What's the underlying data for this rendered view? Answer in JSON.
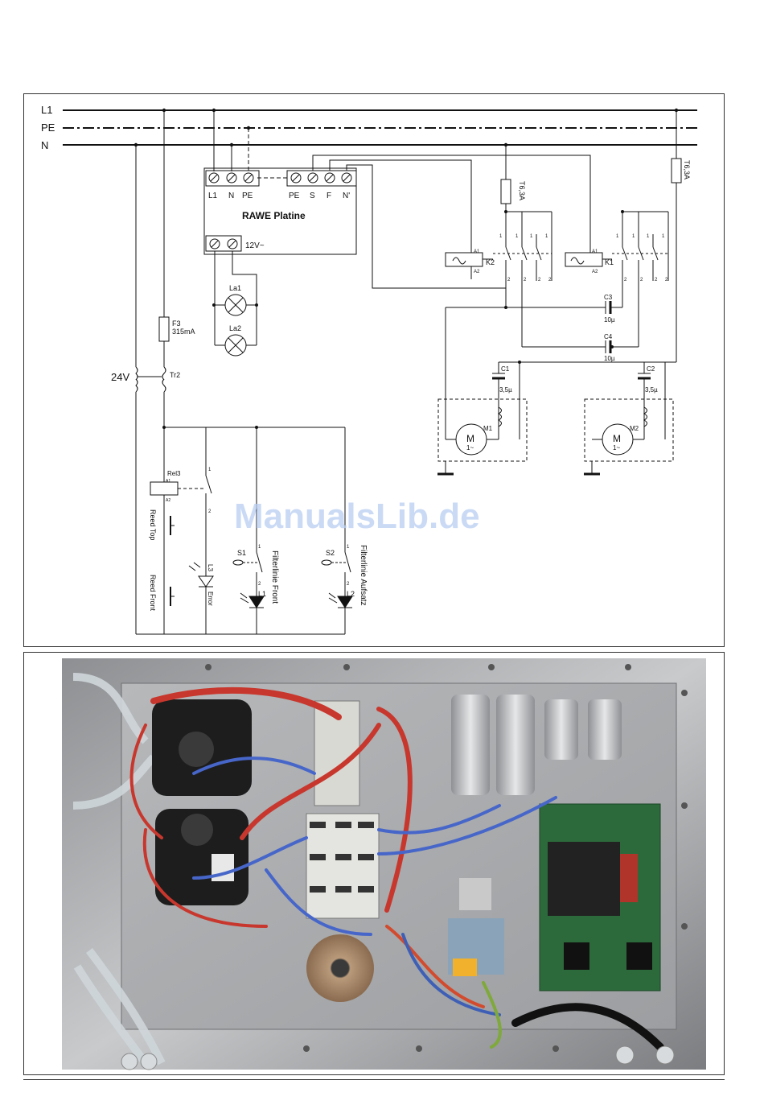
{
  "bus": {
    "l1": "L1",
    "pe": "PE",
    "n": "N"
  },
  "board": {
    "title": "RAWE Platine",
    "terminals": [
      "L1",
      "N",
      "PE",
      "PE",
      "S",
      "F",
      "N'"
    ],
    "low_voltage_label": "12V~"
  },
  "lamps": {
    "la1": "La1",
    "la2": "La2"
  },
  "fuses": {
    "f3": "F3",
    "f3_rating": "315mA",
    "main_a": "T6,3A",
    "main_b": "T6,3A"
  },
  "transformer": {
    "secondary": "24V",
    "name": "Tr2"
  },
  "contactors": {
    "k1": "K1",
    "k2": "K2",
    "a1": "A1",
    "a2": "A2",
    "pin_top": "1",
    "pin_bottom": "2"
  },
  "capacitors": {
    "c1": "C1",
    "c1_value": "3,5µ",
    "c2": "C2",
    "c2_value": "3,5µ",
    "c3": "C3",
    "c3_value": "10µ",
    "c4": "C4",
    "c4_value": "10µ"
  },
  "motors": {
    "m1": "M1",
    "m2": "M2",
    "symbol": "M",
    "phase": "1~"
  },
  "relay": {
    "name": "Rel3",
    "a1": "A1",
    "a2": "A2",
    "pin1": "1",
    "pin2": "2"
  },
  "control": {
    "reed_top": "Reed Top",
    "reed_front": "Reed Front",
    "l3": "L3",
    "error": "Error",
    "s1": "S1",
    "s2": "S2",
    "l1_led": "L1",
    "l2_led": "L2",
    "filter_front": "Filterlinie Front",
    "filter_top": "Filterlinie Aufsatz",
    "pin1": "1",
    "pin2": "2"
  },
  "watermark": "ManualsLib.de"
}
